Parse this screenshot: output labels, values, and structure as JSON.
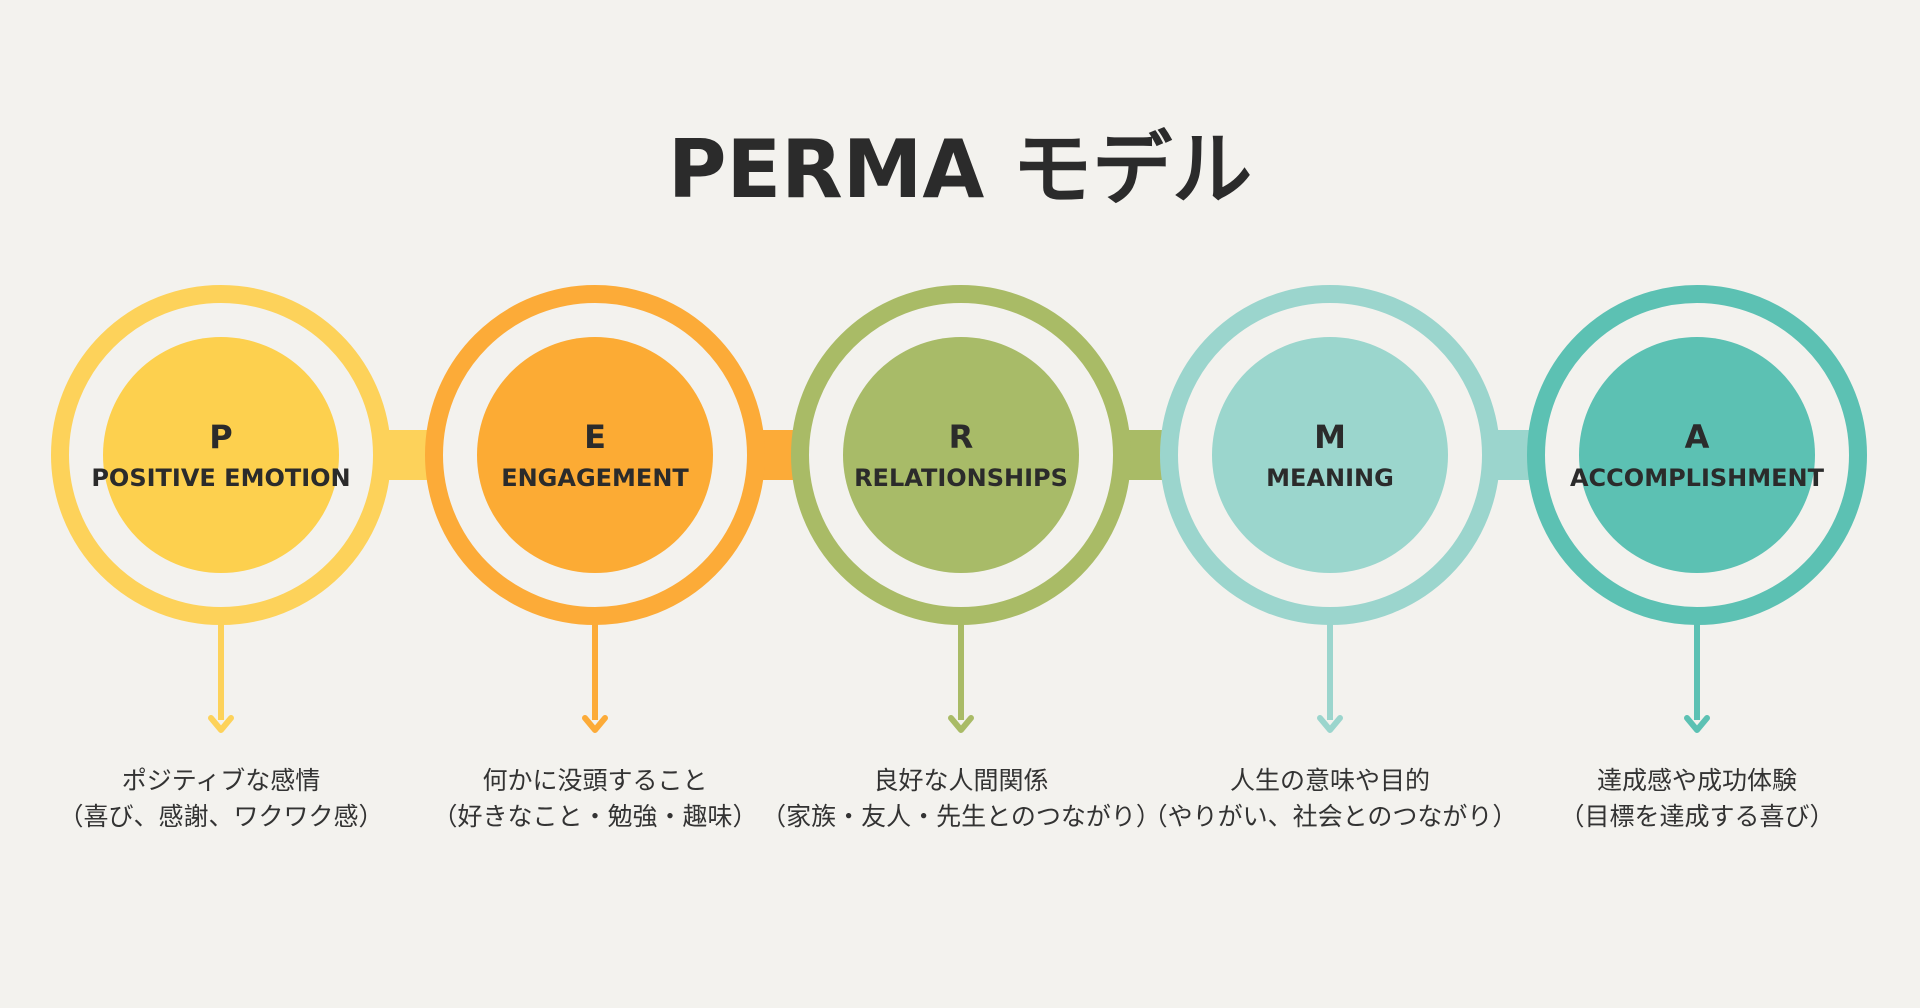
{
  "title": "PERMA モデル",
  "elements": [
    {
      "letter": "P",
      "name": "POSITIVE EMOTION",
      "desc_line1": "ポジティブな感情",
      "desc_line2": "（喜び、感謝、ワクワク感）",
      "ring_color": "#fdd25a",
      "inner_color": "#fdd04e",
      "connector_color": "#fdd25a",
      "arrow_color": "#fdd25a"
    },
    {
      "letter": "E",
      "name": "ENGAGEMENT",
      "desc_line1": "何かに没頭すること",
      "desc_line2": "（好きなこと・勉強・趣味）",
      "ring_color": "#fcab38",
      "inner_color": "#fcab34",
      "connector_color": "#fcab38",
      "arrow_color": "#fcab38"
    },
    {
      "letter": "R",
      "name": "RELATIONSHIPS",
      "desc_line1": "良好な人間関係",
      "desc_line2": "（家族・友人・先生とのつながり）",
      "ring_color": "#a9bb66",
      "inner_color": "#a8bb68",
      "connector_color": "#a9bb66",
      "arrow_color": "#a9bb66"
    },
    {
      "letter": "M",
      "name": "MEANING",
      "desc_line1": "人生の意味や目的",
      "desc_line2": "（やりがい、社会とのつながり）",
      "ring_color": "#9bd5cd",
      "inner_color": "#9bd6cd",
      "connector_color": "#9bd5cd",
      "arrow_color": "#9bd5cd"
    },
    {
      "letter": "A",
      "name": "ACCOMPLISHMENT",
      "desc_line1": "達成感や成功体験",
      "desc_line2": "（目標を達成する喜び）",
      "ring_color": "#5cc1b3",
      "inner_color": "#5cc1b3",
      "connector_color": "#5cc1b3",
      "arrow_color": "#5cc1b3"
    }
  ]
}
